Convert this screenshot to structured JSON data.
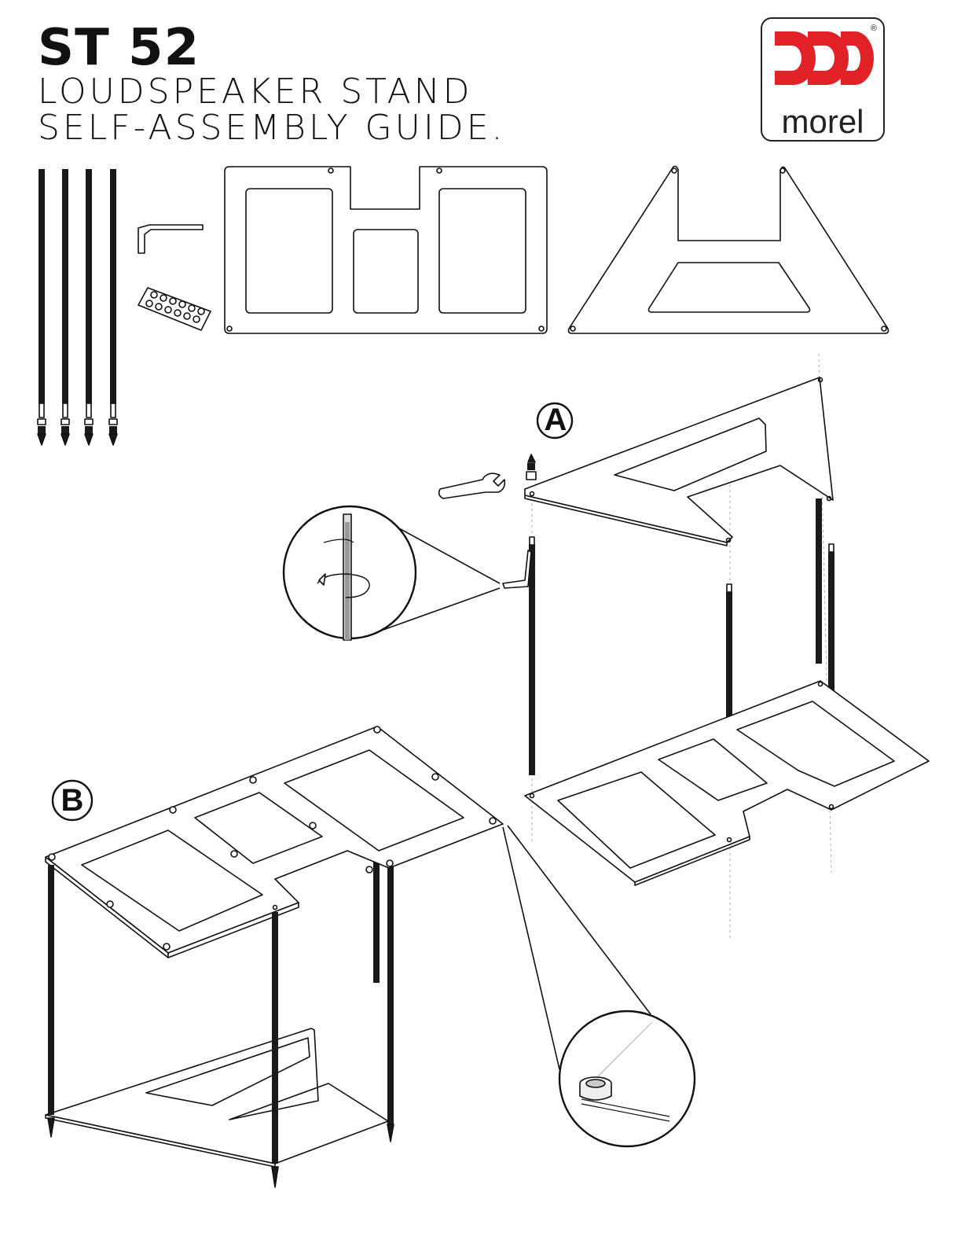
{
  "header": {
    "model": "ST 52",
    "subtitle_line1": "LOUDSPEAKER STAND",
    "subtitle_line2": "SELF-ASSEMBLY GUIDE."
  },
  "logo": {
    "brand": "morel",
    "registered_mark": "®",
    "accent_color": "#e32228"
  },
  "steps": [
    {
      "label": "A"
    },
    {
      "label": "B"
    }
  ],
  "parts": [
    {
      "name": "threaded-rod-icon",
      "count": 4
    },
    {
      "name": "hex-key-icon"
    },
    {
      "name": "rubber-bumpers-sheet-icon"
    },
    {
      "name": "top-plate-icon"
    },
    {
      "name": "base-plate-icon"
    },
    {
      "name": "wrench-icon"
    },
    {
      "name": "spike-icon"
    }
  ],
  "colors": {
    "line": "#111111",
    "rod": "#1a1a1a",
    "accent": "#e32228"
  }
}
